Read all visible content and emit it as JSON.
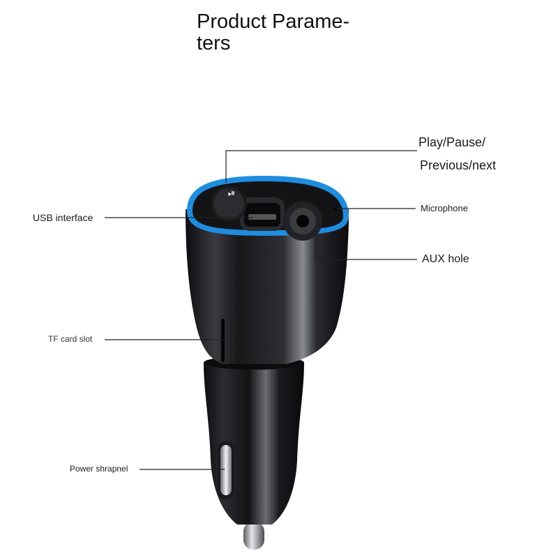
{
  "header": {
    "title_line1": "Product Parame-",
    "title_line2": "ters"
  },
  "callouts": {
    "play_pause_line1": "Play/Pause/",
    "play_pause_line2": "Previous/next",
    "microphone": "Microphone",
    "aux_hole": "AUX hole",
    "usb_interface": "USB interface",
    "tf_card_slot": "TF card slot",
    "power_shrapnel": "Power shrapnel"
  },
  "colors": {
    "accent_ring": "#1f8fe0",
    "body": "#1b1b1e",
    "text": "#111111",
    "leader_line": "#222222"
  }
}
